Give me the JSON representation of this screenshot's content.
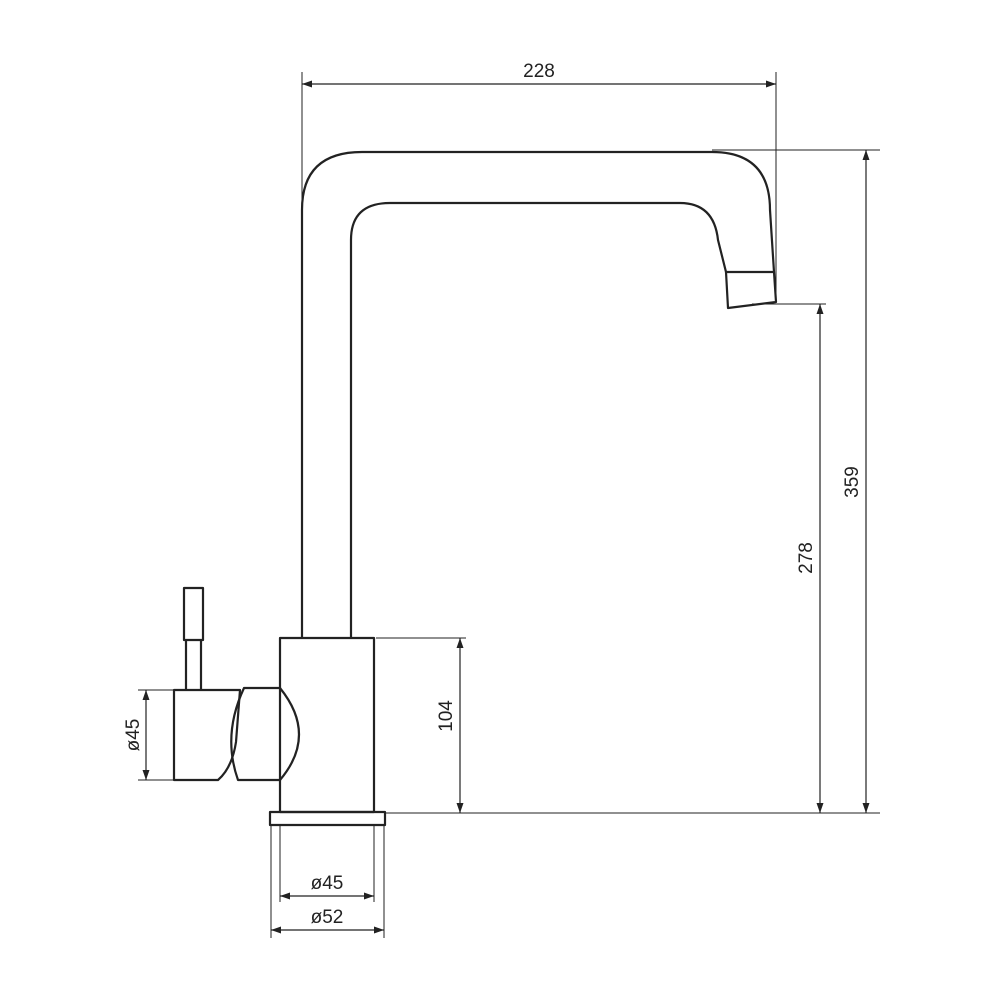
{
  "dimensions": {
    "spout_reach": "228",
    "total_height": "359",
    "spout_clearance": "278",
    "body_height": "104",
    "handle_diameter": "ø45",
    "body_diameter": "ø45",
    "base_diameter": "ø52"
  },
  "colors": {
    "line": "#222222",
    "background": "#ffffff"
  }
}
